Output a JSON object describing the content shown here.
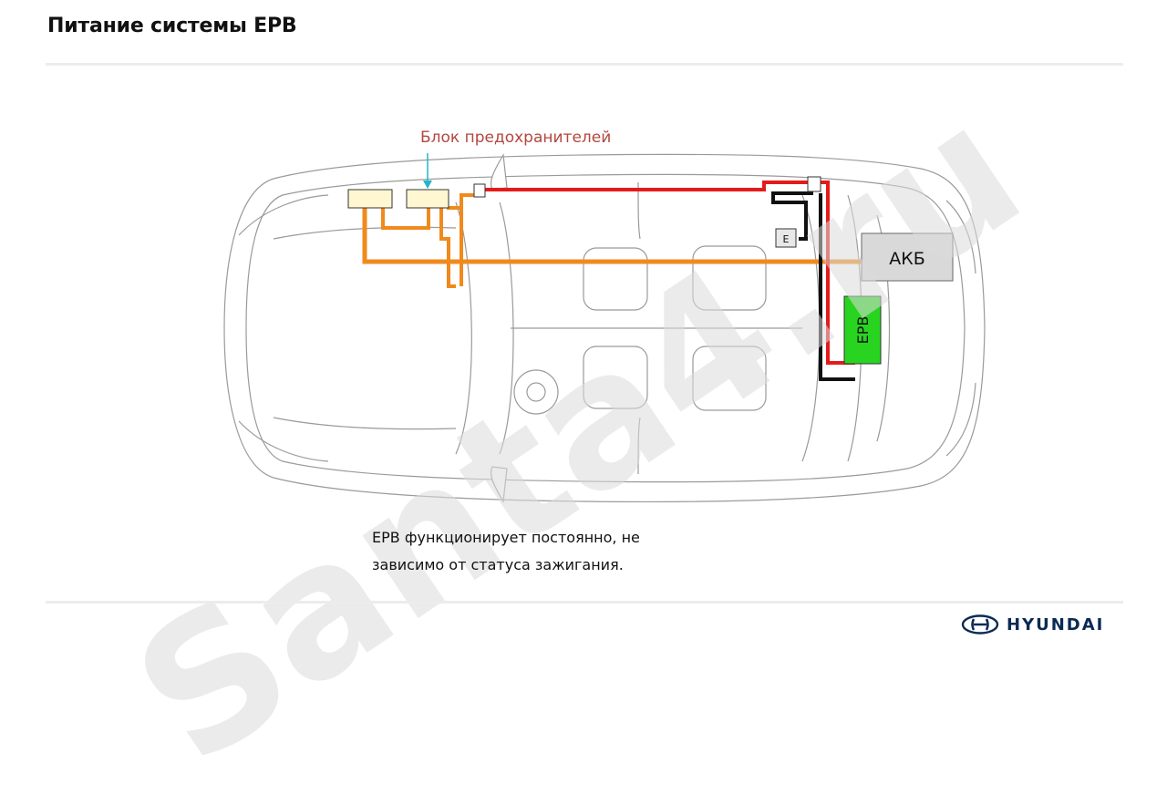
{
  "slide": {
    "title": "Питание системы EPB",
    "watermark": "Santa4.ru",
    "caption_line1": "EPB функционирует постоянно, не",
    "caption_line2": "зависимо от статуса зажигания."
  },
  "diagram": {
    "fuse_block_label": "Блок предохранителей",
    "battery_label": "АКБ",
    "epb_label": "EPB",
    "ground_label": "E"
  },
  "brand": {
    "logo_text": "HYUNDAI"
  },
  "colors": {
    "power_wire": "#e41b1b",
    "fuse_wire": "#f08a1c",
    "ground_wire": "#111111",
    "epb_module": "#29d421",
    "battery_fill": "#d9d9d9",
    "fuse_box_fill": "#fff7d1",
    "label_red": "#b3473f",
    "arrow_cyan": "#25b5c9",
    "logo_blue": "#0a2a55"
  }
}
